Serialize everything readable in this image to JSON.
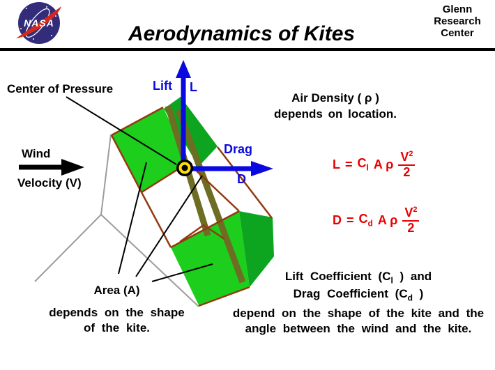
{
  "header": {
    "title": "Aerodynamics of Kites",
    "logo_text": "NASA",
    "org_line1": "Glenn",
    "org_line2": "Research",
    "org_line3": "Center"
  },
  "kite_labels": {
    "center_of_pressure": "Center of Pressure",
    "lift": "Lift",
    "lift_symbol": "L",
    "drag": "Drag",
    "drag_symbol": "D",
    "wind": "Wind",
    "velocity": "Velocity (V)",
    "area_title": "Area (A)",
    "area_desc_line1": "depends on the shape",
    "area_desc_line2": "of the kite."
  },
  "right_panel": {
    "air_density_line1": "Air Density ( ρ )",
    "air_density_line2": "depends on location.",
    "lift_equation": {
      "lhs": "L",
      "equals": "=",
      "coef": "C",
      "coef_sub": "l",
      "factors": "A ρ",
      "frac_num": "V",
      "frac_exp": "2",
      "frac_den": "2"
    },
    "drag_equation": {
      "lhs": "D",
      "equals": "=",
      "coef": "C",
      "coef_sub": "d",
      "factors": "A ρ",
      "frac_num": "V",
      "frac_exp": "2",
      "frac_den": "2"
    },
    "coefficients": {
      "line1_pre": "Lift Coefficient (C",
      "line1_sub": "l",
      "line1_post": " )  and",
      "line2_pre": "Drag Coefficient (C",
      "line2_sub": "d",
      "line2_post": " )",
      "line3": "depend on the shape of the kite and the",
      "line4": "angle between the wind and the kite."
    }
  },
  "colors": {
    "kite_face_front": "#1DCE1D",
    "kite_face_side": "#0DA51F",
    "spar_olive": "#6D6D24",
    "frame_brown": "#933A10",
    "bridle_gray": "#9C9C9C",
    "arrow_blue": "#0A0AE0",
    "equation_red": "#E80000",
    "marker_yellow": "#FFDF00",
    "logo_navy": "#332C7A",
    "logo_red": "#D5281B"
  }
}
